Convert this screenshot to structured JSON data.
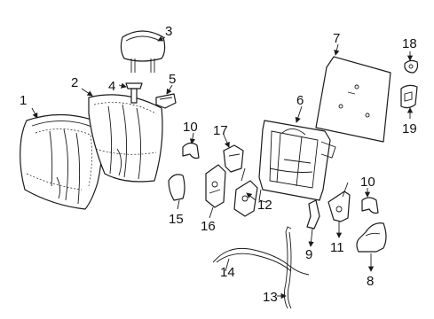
{
  "diagram": {
    "callouts": [
      {
        "id": "1",
        "label": "1"
      },
      {
        "id": "2",
        "label": "2"
      },
      {
        "id": "3",
        "label": "3"
      },
      {
        "id": "4",
        "label": "4"
      },
      {
        "id": "5",
        "label": "5"
      },
      {
        "id": "6",
        "label": "6"
      },
      {
        "id": "7",
        "label": "7"
      },
      {
        "id": "8",
        "label": "8"
      },
      {
        "id": "9",
        "label": "9"
      },
      {
        "id": "10a",
        "label": "10"
      },
      {
        "id": "10b",
        "label": "10"
      },
      {
        "id": "11",
        "label": "11"
      },
      {
        "id": "12",
        "label": "12"
      },
      {
        "id": "13",
        "label": "13"
      },
      {
        "id": "14",
        "label": "14"
      },
      {
        "id": "15",
        "label": "15"
      },
      {
        "id": "16",
        "label": "16"
      },
      {
        "id": "17",
        "label": "17"
      },
      {
        "id": "18",
        "label": "18"
      },
      {
        "id": "19",
        "label": "19"
      }
    ]
  }
}
